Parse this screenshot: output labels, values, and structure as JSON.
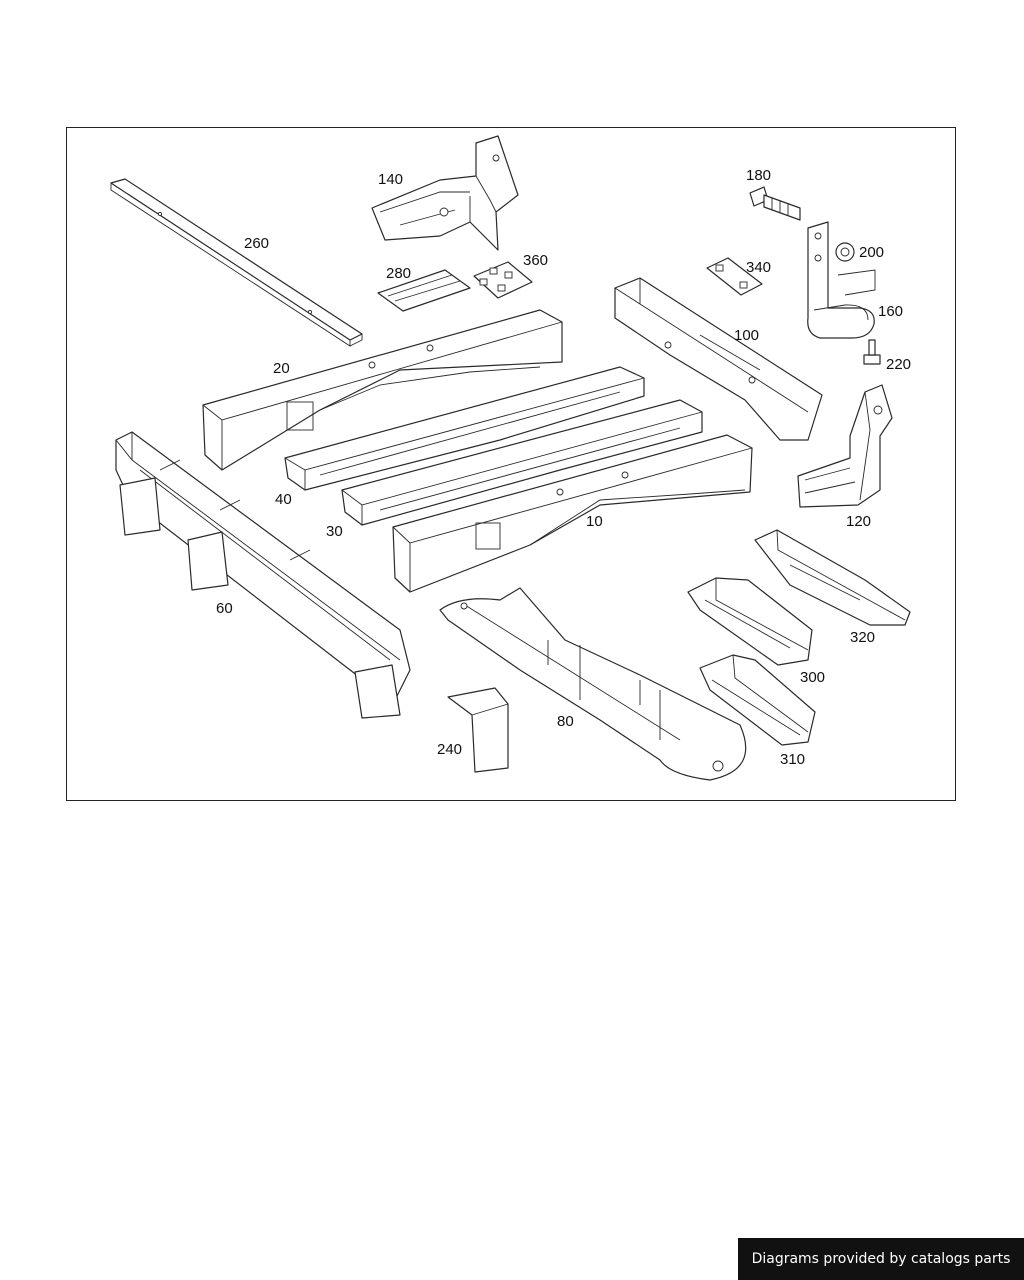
{
  "colors": {
    "line": "#2a2a2a",
    "background": "#ffffff",
    "badge_bg": "#111111",
    "badge_text": "#ffffff"
  },
  "callouts": {
    "p10": "10",
    "p20": "20",
    "p30": "30",
    "p40": "40",
    "p60": "60",
    "p80": "80",
    "p100": "100",
    "p120": "120",
    "p140": "140",
    "p160": "160",
    "p180": "180",
    "p200": "200",
    "p220": "220",
    "p240": "240",
    "p260": "260",
    "p280": "280",
    "p300": "300",
    "p310": "310",
    "p320": "320",
    "p340": "340",
    "p360": "360"
  },
  "footer": {
    "credit": "Diagrams provided by catalogs parts"
  }
}
